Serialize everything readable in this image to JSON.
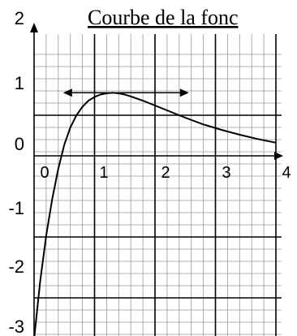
{
  "chart_data": {
    "type": "line",
    "title": "Courbe de la fonc",
    "x_tick_labels": [
      "0",
      "1",
      "2",
      "3",
      "4"
    ],
    "y_tick_labels": [
      "2",
      "1",
      "0",
      "-1",
      "-2",
      "-3"
    ],
    "xlim": [
      -0.15,
      4
    ],
    "ylim": [
      -3,
      2
    ],
    "grid": true,
    "series": [
      {
        "x": [
          0,
          0.1,
          0.2,
          0.3,
          0.4,
          0.5,
          0.6,
          0.7,
          0.8,
          0.9,
          1.0,
          1.1,
          1.2,
          1.3,
          1.4,
          1.5,
          1.6,
          1.8,
          2.0,
          2.2,
          2.5,
          2.8,
          3.1,
          3.4,
          3.7,
          4.0
        ],
        "y": [
          -3.0,
          -2.05,
          -1.3,
          -0.7,
          -0.2,
          0.2,
          0.48,
          0.68,
          0.82,
          0.92,
          0.98,
          1.02,
          1.04,
          1.05,
          1.04,
          1.02,
          0.99,
          0.92,
          0.84,
          0.76,
          0.64,
          0.53,
          0.44,
          0.36,
          0.29,
          0.23
        ]
      }
    ],
    "tangent": {
      "x": [
        0.4,
        2.4
      ],
      "y": [
        1.05,
        1.05
      ]
    }
  }
}
